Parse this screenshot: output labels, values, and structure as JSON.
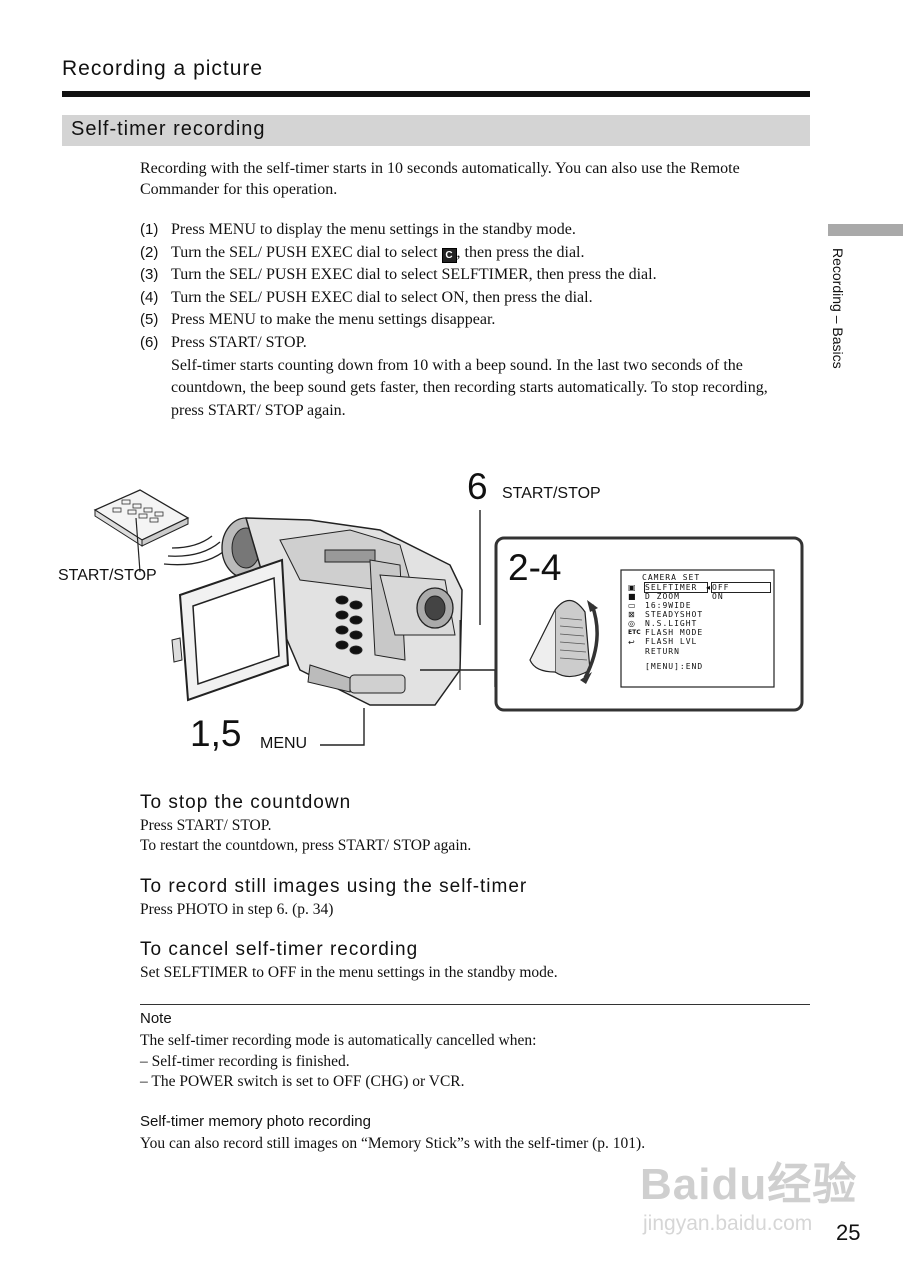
{
  "header": {
    "title": "Recording a picture"
  },
  "section": {
    "title": "Self-timer recording"
  },
  "sidebar": {
    "label": "Recording – Basics"
  },
  "intro": "Recording with the self-timer starts in 10 seconds automatically. You can also use the Remote Commander for this operation.",
  "steps": [
    {
      "num": "(1)",
      "text": "Press MENU to display the menu settings in the standby mode."
    },
    {
      "num": "(2)",
      "text_before": "Turn the SEL/ PUSH EXEC dial to select ",
      "icon": "C",
      "text_after": ", then press the dial."
    },
    {
      "num": "(3)",
      "text": "Turn the SEL/ PUSH EXEC dial to select SELFTIMER, then press the dial."
    },
    {
      "num": "(4)",
      "text": "Turn the SEL/ PUSH EXEC dial to select ON, then press the dial."
    },
    {
      "num": "(5)",
      "text": "Press MENU to make the menu settings disappear."
    },
    {
      "num": "(6)",
      "text": "Press START/ STOP."
    }
  ],
  "step6_detail": "Self-timer starts counting down from 10 with a beep sound. In the last two seconds of the countdown, the beep sound gets faster, then recording starts automatically. To stop recording, press START/ STOP again.",
  "diagram": {
    "label_6_num": "6",
    "label_6_text": "START/STOP",
    "label_remote": "START/STOP",
    "label_24": "2-4",
    "label_15_num": "1,5",
    "label_15_text": "MENU",
    "menu": {
      "title": "CAMERA SET",
      "items": [
        "SELFTIMER",
        "D ZOOM",
        "16:9WIDE",
        "STEADYSHOT",
        "N.S.LIGHT",
        "FLASH MODE",
        "FLASH LVL",
        "RETURN"
      ],
      "options": [
        "OFF",
        "ON"
      ],
      "footer": "[MENU]:END",
      "icon_etc": "ETC"
    }
  },
  "sections": [
    {
      "heading": "To stop the countdown",
      "lines": [
        "Press START/ STOP.",
        "To restart the countdown, press START/ STOP again."
      ]
    },
    {
      "heading": "To record still images using the self-timer",
      "lines": [
        "Press PHOTO in step 6. (p. 34)"
      ]
    },
    {
      "heading": "To cancel self-timer recording",
      "lines": [
        "Set SELFTIMER to OFF in the menu settings in the standby mode."
      ]
    }
  ],
  "note": {
    "heading": "Note",
    "lines": [
      "The self-timer recording mode is automatically cancelled when:",
      "– Self-timer recording is finished.",
      "– The POWER switch is set to OFF (CHG) or VCR."
    ]
  },
  "memory": {
    "heading": "Self-timer memory photo recording",
    "text": "You can also record still images on “Memory Stick”s with the self-timer (p. 101)."
  },
  "watermark": {
    "brand": "Baidu经验",
    "url": "jingyan.baidu.com"
  },
  "page_number": "25"
}
